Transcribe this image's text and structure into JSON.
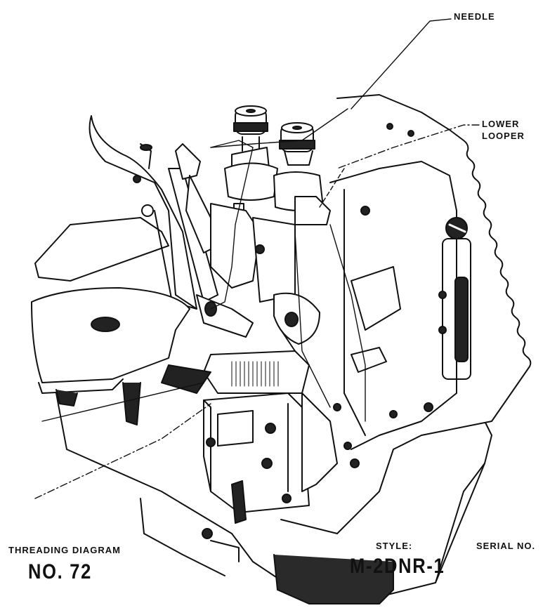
{
  "callouts": {
    "needle": "NEEDLE",
    "lower_looper_line1": "LOWER",
    "lower_looper_line2": "LOOPER"
  },
  "footer": {
    "diagram_title": "THREADING DIAGRAM",
    "diagram_number": "NO. 72",
    "style_label": "STYLE:",
    "style_value": "M-2DNR-1",
    "serial_label": "SERIAL NO."
  }
}
